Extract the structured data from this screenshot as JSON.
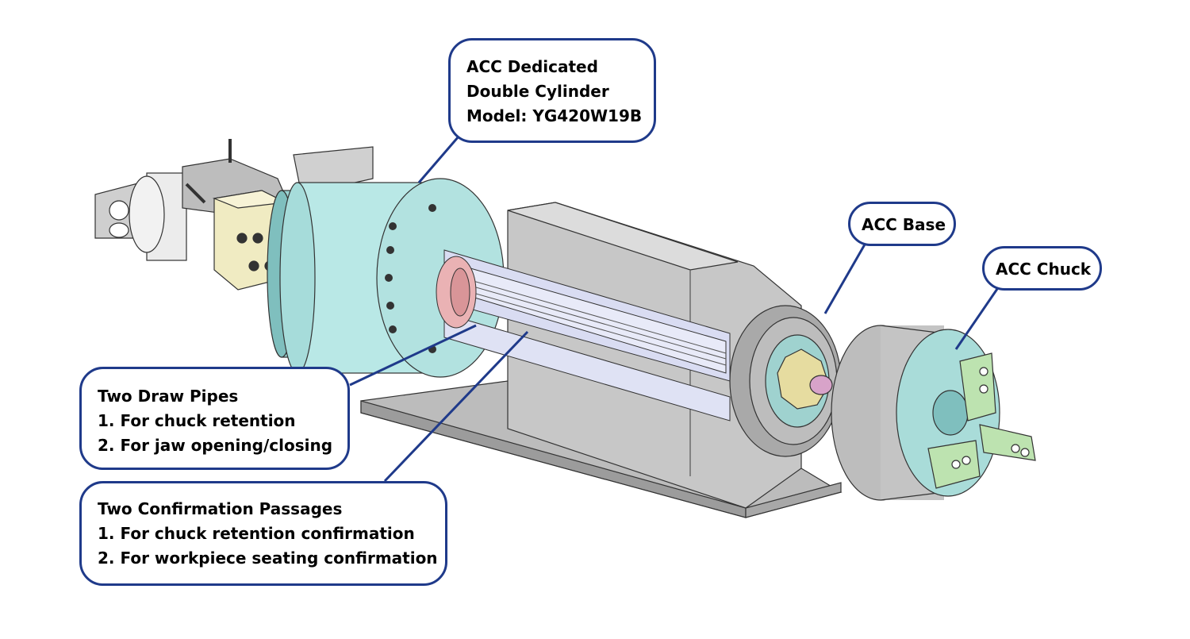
{
  "callouts": {
    "cylinder": [
      "ACC Dedicated",
      "Double Cylinder",
      "Model: YG420W19B"
    ],
    "base": [
      "ACC Base"
    ],
    "chuck": [
      "ACC Chuck"
    ],
    "draw_pipes": [
      "Two Draw Pipes",
      "1. For chuck retention",
      "2. For jaw opening/closing"
    ],
    "passages": [
      "Two Confirmation Passages",
      "1. For chuck retention confirmation",
      "2. For workpiece seating confirmation"
    ]
  },
  "colors": {
    "callout_border": "#1f3a8a",
    "leader_line": "#1f3a8a",
    "cylinder_body": "#b9e8e6",
    "base_plate": "#b8b8b8",
    "yellow_block": "#f0ebc2",
    "pink_collar": "#eab2b4",
    "jaw_green": "#bde3b0",
    "lavender_tube": "#d9dcf2"
  }
}
